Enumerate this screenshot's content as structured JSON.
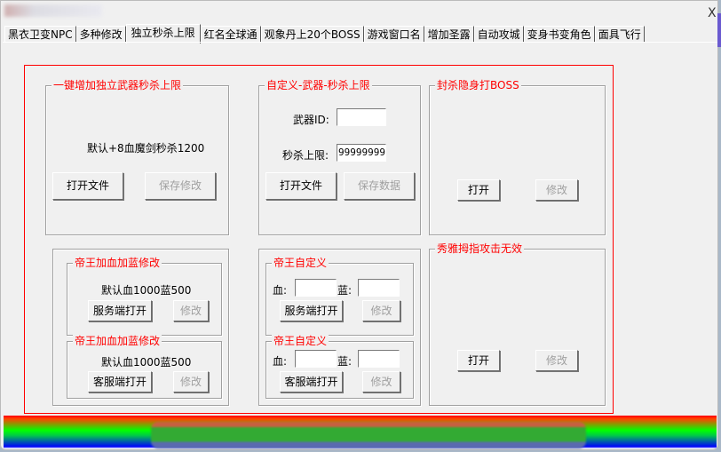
{
  "window": {
    "close_label": "X"
  },
  "tabs": [
    "黑衣卫变NPC",
    "多种修改",
    "独立秒杀上限",
    "红名全球通",
    "观象丹上20个BOSS",
    "游戏窗口名",
    "增加圣露",
    "自动攻城",
    "变身书变角色",
    "面具飞行"
  ],
  "active_tab": 2,
  "group1": {
    "title": "一键增加独立武器秒杀上限",
    "default_text": "默认+8血魔剑秒杀1200",
    "open_label": "打开文件",
    "save_label": "保存修改"
  },
  "group2": {
    "title": "自定义-武器-秒杀上限",
    "weapon_id_label": "武器ID:",
    "weapon_id_value": "",
    "limit_label": "秒杀上限:",
    "limit_value": "99999999",
    "open_label": "打开文件",
    "save_label": "保存数据"
  },
  "group3": {
    "title": "封杀隐身打BOSS",
    "open_label": "打开",
    "modify_label": "修改"
  },
  "group4": {
    "server": {
      "title": "帝王加血加蓝修改",
      "default_text": "默认血1000蓝500",
      "open_label": "服务端打开",
      "modify_label": "修改"
    },
    "client": {
      "title": "帝王加血加蓝修改",
      "default_text": "默认血1000蓝500",
      "open_label": "客服端打开",
      "modify_label": "修改"
    }
  },
  "group5": {
    "server": {
      "title": "帝王自定义",
      "hp_label": "血:",
      "mp_label": "蓝:",
      "open_label": "服务端打开",
      "modify_label": "修改"
    },
    "client": {
      "title": "帝王自定义",
      "hp_label": "血:",
      "mp_label": "蓝:",
      "open_label": "客服端打开",
      "modify_label": "修改"
    }
  },
  "group6": {
    "title": "秀雅拇指攻击无效",
    "open_label": "打开",
    "modify_label": "修改"
  },
  "colors": {
    "accent": "#ff0000",
    "background": "#f0f0f0"
  }
}
